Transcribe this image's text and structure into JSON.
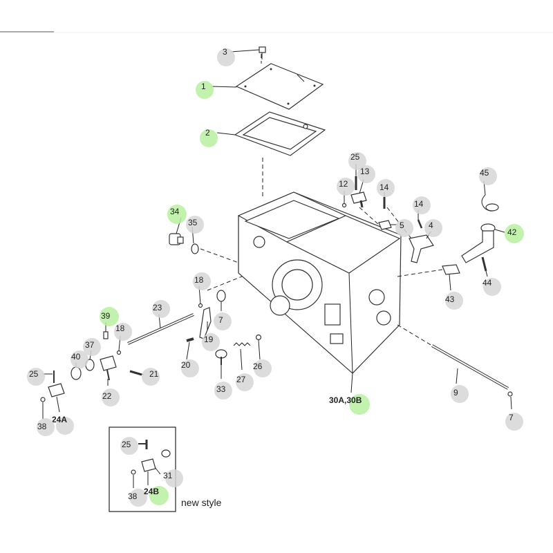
{
  "colors": {
    "callout_default": "#d6d6d6",
    "callout_highlight": "#b7f0a0",
    "line": "#222222",
    "watermark": "#e84a4a"
  },
  "callouts": [
    {
      "id": "c3a",
      "text": "3",
      "highlight": false
    },
    {
      "id": "c1",
      "text": "1",
      "highlight": true
    },
    {
      "id": "c2",
      "text": "2",
      "highlight": true
    },
    {
      "id": "c25a",
      "text": "25",
      "highlight": false
    },
    {
      "id": "c13",
      "text": "13",
      "highlight": false
    },
    {
      "id": "c12",
      "text": "12",
      "highlight": false
    },
    {
      "id": "c14a",
      "text": "14",
      "highlight": false
    },
    {
      "id": "c45",
      "text": "45",
      "highlight": false
    },
    {
      "id": "c14b",
      "text": "14",
      "highlight": false
    },
    {
      "id": "c5",
      "text": "5",
      "highlight": false
    },
    {
      "id": "c4",
      "text": "4",
      "highlight": false
    },
    {
      "id": "c42",
      "text": "42",
      "highlight": true
    },
    {
      "id": "c34",
      "text": "34",
      "highlight": true
    },
    {
      "id": "c35",
      "text": "35",
      "highlight": false
    },
    {
      "id": "c43",
      "text": "43",
      "highlight": false
    },
    {
      "id": "c44",
      "text": "44",
      "highlight": false
    },
    {
      "id": "c18a",
      "text": "18",
      "highlight": false
    },
    {
      "id": "c7a",
      "text": "7",
      "highlight": false
    },
    {
      "id": "c23",
      "text": "23",
      "highlight": false
    },
    {
      "id": "c39",
      "text": "39",
      "highlight": true
    },
    {
      "id": "c18b",
      "text": "18",
      "highlight": false
    },
    {
      "id": "c19",
      "text": "19",
      "highlight": false
    },
    {
      "id": "c37",
      "text": "37",
      "highlight": false
    },
    {
      "id": "c40",
      "text": "40",
      "highlight": false
    },
    {
      "id": "c20",
      "text": "20",
      "highlight": false
    },
    {
      "id": "c26",
      "text": "26",
      "highlight": false
    },
    {
      "id": "c21",
      "text": "21",
      "highlight": false
    },
    {
      "id": "c25b",
      "text": "25",
      "highlight": false
    },
    {
      "id": "c27",
      "text": "27",
      "highlight": false
    },
    {
      "id": "c22",
      "text": "22",
      "highlight": false
    },
    {
      "id": "c33",
      "text": "33",
      "highlight": false
    },
    {
      "id": "c9",
      "text": "9",
      "highlight": false
    },
    {
      "id": "c30",
      "text": "30A,30B",
      "highlight": true
    },
    {
      "id": "c24a",
      "text": "24A",
      "highlight": false
    },
    {
      "id": "c38a",
      "text": "38",
      "highlight": false
    },
    {
      "id": "c7b",
      "text": "7",
      "highlight": false
    },
    {
      "id": "c25c",
      "text": "25",
      "highlight": false
    },
    {
      "id": "c31",
      "text": "31",
      "highlight": false
    },
    {
      "id": "c38b",
      "text": "38",
      "highlight": false
    },
    {
      "id": "c24b",
      "text": "24B",
      "highlight": true
    }
  ],
  "inset": {
    "caption": "new style"
  }
}
